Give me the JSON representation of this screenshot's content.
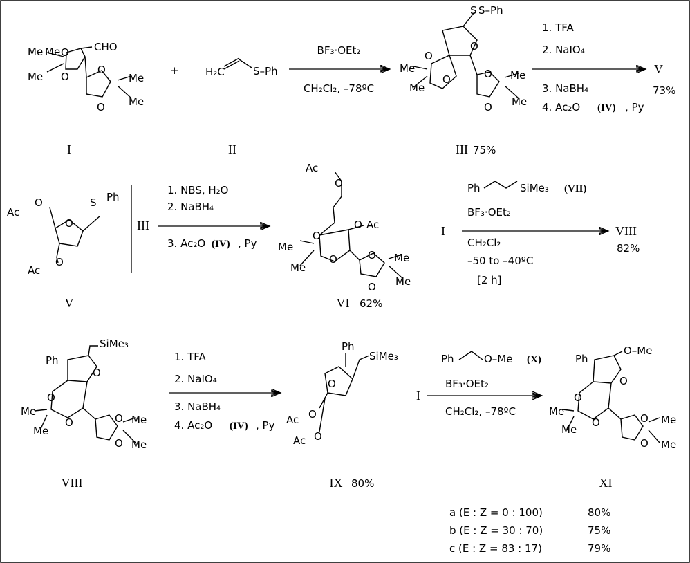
{
  "compounds": {
    "c1": "I",
    "c2": "II",
    "c3": "III",
    "c3_yield": "75%",
    "c5": "V",
    "c6": "VI",
    "c6_yield": "62%",
    "c8": "VIII",
    "c9": "IX",
    "c9_yield": "80%",
    "c11": "XI"
  },
  "atoms": {
    "cho": "CHO",
    "me": "Me",
    "o": "O",
    "s": "S",
    "ph": "Ph",
    "ac": "Ac",
    "h2c": "H₂C",
    "sph": "S–Ph",
    "sime3": "SiMe₃",
    "ome": "O–Me",
    "plus": "+"
  },
  "rxn1": {
    "above": "BF₃·OEt₂",
    "below": "CH₂Cl₂,  –78ºC"
  },
  "rxn2": {
    "steps": [
      "1. TFA",
      "2. NaIO₄",
      "3. NaBH₄",
      "4. Ac₂O"
    ],
    "step4_ref": "(IV)",
    "step4_tail": ", Py",
    "product": "V",
    "yield": "73%"
  },
  "rxn3": {
    "start": "III",
    "steps": [
      "1. NBS,  H₂O",
      "2. NaBH₄",
      "3. Ac₂O"
    ],
    "step3_ref": "(IV)",
    "step3_tail": ", Py"
  },
  "rxn4": {
    "start": "I",
    "reagent": "Ph",
    "reagent_tail": "SiMe₃",
    "reagent_ref": "(VII)",
    "conditions": [
      "BF₃·OEt₂",
      "CH₂Cl₂",
      "–50  to  –40ºC",
      "[2 h]"
    ],
    "product": "VIII",
    "yield": "82%"
  },
  "rxn5": {
    "steps": [
      "1. TFA",
      "2. NaIO₄",
      "3. NaBH₄",
      "4. Ac₂O"
    ],
    "step4_ref": "(IV)",
    "step4_tail": ", Py"
  },
  "rxn6": {
    "start": "I",
    "reagent": "Ph",
    "reagent_tail": "O–Me",
    "reagent_ref": "(X)",
    "conditions": [
      "BF₃·OEt₂",
      "CH₂Cl₂,  –78ºC"
    ]
  },
  "table": [
    {
      "label": "a (E : Z  =  0 : 100)",
      "yield": "80%"
    },
    {
      "label": "b (E : Z  =  30 : 70)",
      "yield": "75%"
    },
    {
      "label": "c (E : Z  =  83 : 17)",
      "yield": "79%"
    }
  ]
}
